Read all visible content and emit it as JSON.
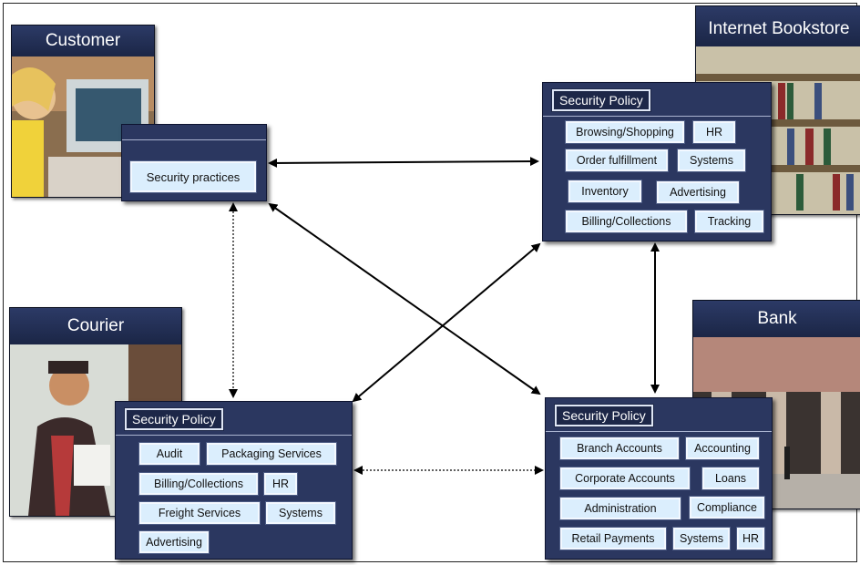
{
  "customer": {
    "title": "Customer",
    "practices_label": "Security practices"
  },
  "bookstore": {
    "title": "Internet Bookstore",
    "policy_title": "Security Policy",
    "items": [
      "Browsing/Shopping",
      "HR",
      "Order fulfillment",
      "Systems",
      "Inventory",
      "Advertising",
      "Billing/Collections",
      "Tracking"
    ]
  },
  "courier": {
    "title": "Courier",
    "policy_title": "Security Policy",
    "items": [
      "Audit",
      "Packaging Services",
      "Billing/Collections",
      "HR",
      "Freight Services",
      "Systems",
      "Advertising"
    ]
  },
  "bank": {
    "title": "Bank",
    "policy_title": "Security Policy",
    "items": [
      "Branch Accounts",
      "Accounting",
      "Corporate Accounts",
      "Loans",
      "Administration",
      "Compliance",
      "Retail Payments",
      "Systems",
      "HR"
    ]
  },
  "colors": {
    "panel": "#2b3760",
    "chip": "#dbeefd",
    "title_bar": "#1e2a48"
  }
}
